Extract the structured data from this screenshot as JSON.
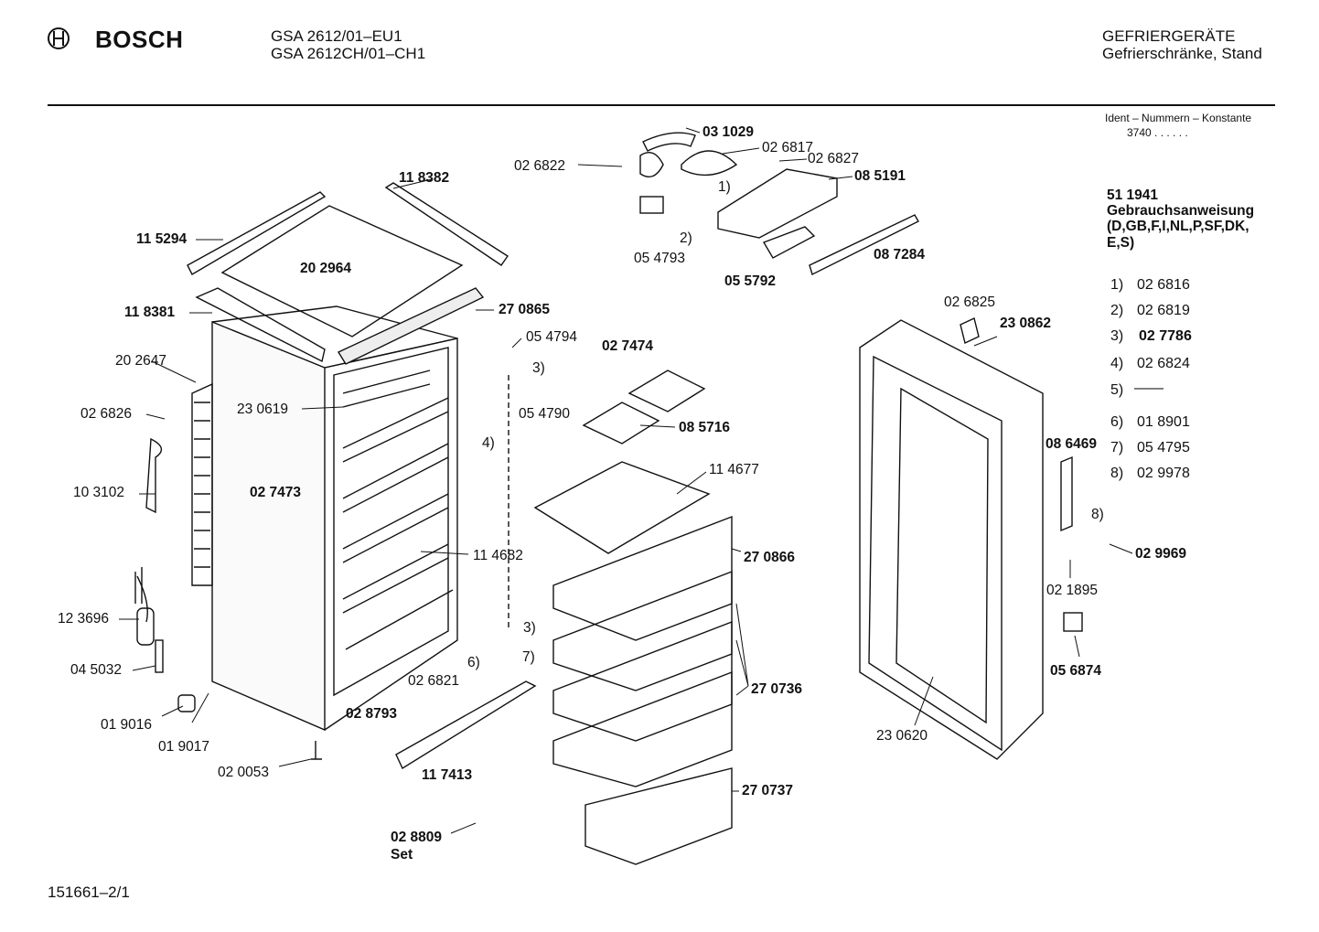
{
  "header": {
    "brand": "BOSCH",
    "models": [
      "GSA 2612/01–EU1",
      "GSA 2612CH/01–CH1"
    ],
    "category": "GEFRIERGERÄTE",
    "subcategory": "Gefrierschränke, Stand"
  },
  "ident": {
    "title": "Ident – Nummern – Konstante",
    "value": "3740 .  .  .  .  .  ."
  },
  "manual": {
    "number": "51 1941",
    "title": "Gebrauchsanweisung",
    "languages": "(D,GB,F,I,NL,P,SF,DK,",
    "languages2": "E,S)"
  },
  "legend": [
    {
      "key": "1)",
      "value": "02 6816"
    },
    {
      "key": "2)",
      "value": "02 6819"
    },
    {
      "key": "3)",
      "value": "02 7786"
    },
    {
      "key": "4)",
      "value": "02 6824"
    },
    {
      "key": "5)",
      "value": "——"
    },
    {
      "key": "6)",
      "value": "01 8901"
    },
    {
      "key": "7)",
      "value": "05 4795"
    },
    {
      "key": "8)",
      "value": "02 9978"
    }
  ],
  "parts": {
    "p031029": "03 1029",
    "p026817": "02 6817",
    "p026822": "02 6822",
    "p026827": "02 6827",
    "p085191": "08 5191",
    "p118382": "11 8382",
    "p115294": "11 5294",
    "p202964": "20 2964",
    "p054793": "05 4793",
    "p055792": "05 5792",
    "p087284": "08 7284",
    "p118381": "11 8381",
    "p270865": "27 0865",
    "p054794": "05 4794",
    "p027474": "02 7474",
    "p202647": "20 2647",
    "p026826": "02 6826",
    "p230619": "23 0619",
    "p054790": "05 4790",
    "p085716": "08 5716",
    "p027473": "02 7473",
    "p103102": "10 3102",
    "p114677": "11 4677",
    "p114682": "11 4682",
    "p270866": "27 0866",
    "p123696": "12 3696",
    "p045032": "04 5032",
    "p026821": "02 6821",
    "p270736": "27 0736",
    "p019016": "01 9016",
    "p019017": "01 9017",
    "p028793": "02 8793",
    "p020053": "02 0053",
    "p117413": "11 7413",
    "p270737": "27 0737",
    "p028809": "02 8809",
    "set": "Set",
    "p026825": "02 6825",
    "p230862": "23 0862",
    "p086469": "08 6469",
    "p029969": "02 9969",
    "p021895": "02 1895",
    "p056874": "05 6874",
    "p230620": "23 0620"
  },
  "callouts": {
    "c1": "1)",
    "c2": "2)",
    "c3a": "3)",
    "c3b": "3)",
    "c4": "4)",
    "c6": "6)",
    "c7": "7)",
    "c8": "8)"
  },
  "footer": {
    "code": "151661–2/1"
  }
}
